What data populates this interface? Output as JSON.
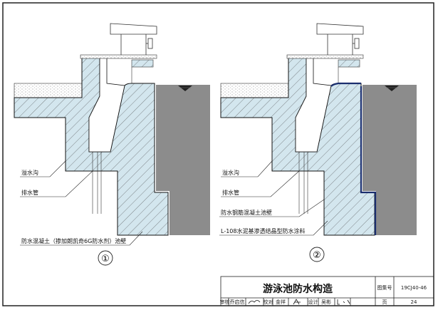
{
  "colors": {
    "concrete": "#d3e6ee",
    "water": "#8c8c8c",
    "membrane": "#1a2e6e",
    "line": "#222222"
  },
  "drawings": [
    {
      "number": "①",
      "labels": [
        "溢水沟",
        "排水管",
        "防水混凝土（掺加朗凯奇6G防水剂）池壁"
      ]
    },
    {
      "number": "②",
      "labels": [
        "溢水沟",
        "排水管",
        "防水钢筋混凝土池壁",
        "L-108水泥基渗透结晶型防水涂料"
      ]
    }
  ],
  "title_block": {
    "title": "游泳池防水构造",
    "atlas_label": "图集号",
    "atlas_no": "19CJ40-46",
    "page_label": "页",
    "page_no": "24",
    "review_label": "审核",
    "reviewer": "乔启信",
    "check_label": "校对",
    "checker": "金祥",
    "design_label": "设计",
    "designer": "吴彬"
  }
}
